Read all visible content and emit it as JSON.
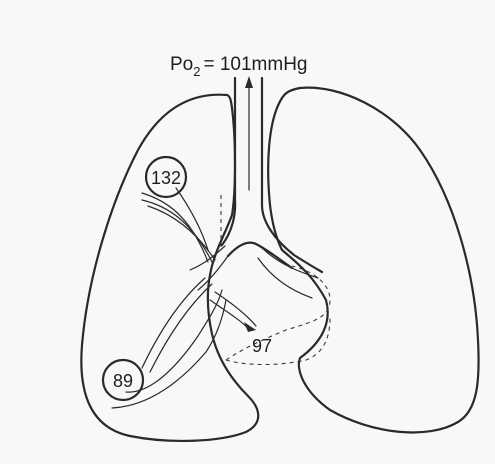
{
  "equation": {
    "prefix": "Po",
    "subscript": "2",
    "suffix": "= 101mmHg"
  },
  "values": {
    "apex": "132",
    "base": "89",
    "mixed": "97"
  }
}
